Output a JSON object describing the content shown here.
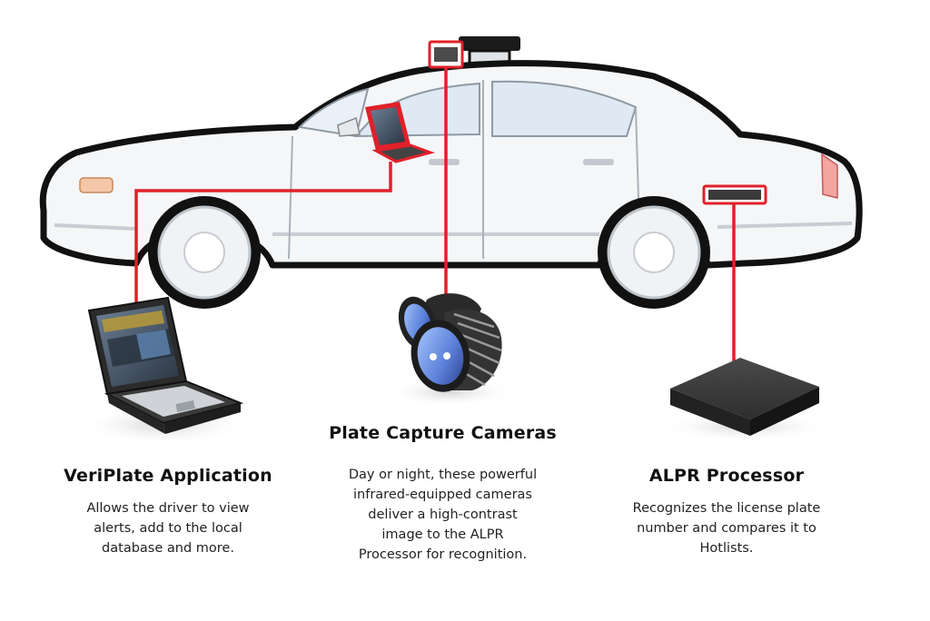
{
  "components": [
    {
      "id": "veriplate",
      "title": "VeriPlate Application",
      "description": [
        "Allows the driver to view",
        "alerts, add to the local",
        "database and more."
      ]
    },
    {
      "id": "cameras",
      "title": "Plate Capture Cameras",
      "description": [
        "Day or night, these powerful",
        "infrared-equipped cameras",
        "deliver a high-contrast",
        "image to the ALPR",
        "Processor for recognition."
      ]
    },
    {
      "id": "processor",
      "title": "ALPR Processor",
      "description": [
        "Recognizes the license plate",
        "number and compares it to",
        "Hotlists."
      ]
    }
  ],
  "colors": {
    "connector": "#e0202a",
    "car_body": "#f4f6f8",
    "car_outline": "#111111",
    "window_tint": "#dfe9f3",
    "device_dark": "#3a3a3a"
  }
}
